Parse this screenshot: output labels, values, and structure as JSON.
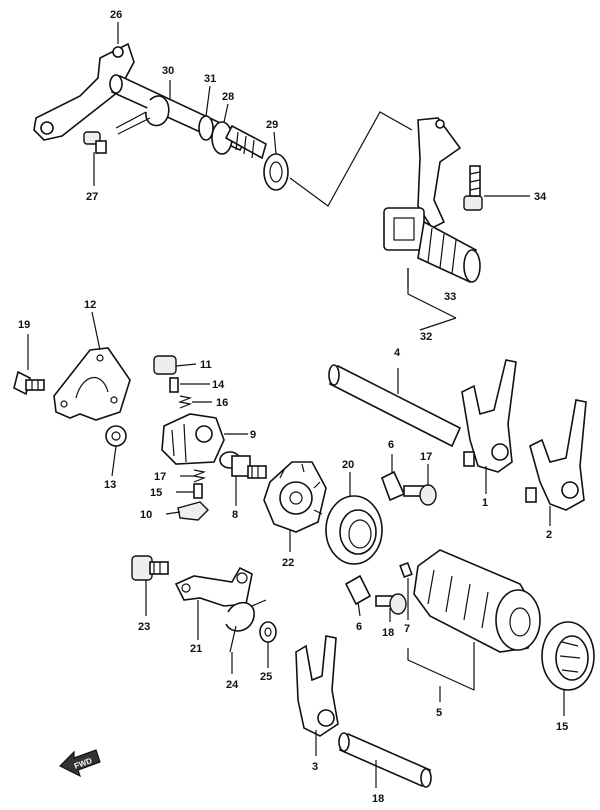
{
  "fwd_label": "FWD",
  "callouts": [
    {
      "id": "1",
      "text": "1"
    },
    {
      "id": "2",
      "text": "2"
    },
    {
      "id": "3",
      "text": "3"
    },
    {
      "id": "4",
      "text": "4"
    },
    {
      "id": "5",
      "text": "5"
    },
    {
      "id": "6a",
      "text": "6"
    },
    {
      "id": "6b",
      "text": "6"
    },
    {
      "id": "7",
      "text": "7"
    },
    {
      "id": "8",
      "text": "8"
    },
    {
      "id": "9",
      "text": "9"
    },
    {
      "id": "10",
      "text": "10"
    },
    {
      "id": "11",
      "text": "11"
    },
    {
      "id": "12",
      "text": "12"
    },
    {
      "id": "13",
      "text": "13"
    },
    {
      "id": "14",
      "text": "14"
    },
    {
      "id": "15a",
      "text": "15"
    },
    {
      "id": "15b",
      "text": "15"
    },
    {
      "id": "16",
      "text": "16"
    },
    {
      "id": "17a",
      "text": "17"
    },
    {
      "id": "17b",
      "text": "17"
    },
    {
      "id": "18a",
      "text": "18"
    },
    {
      "id": "18b",
      "text": "18"
    },
    {
      "id": "19",
      "text": "19"
    },
    {
      "id": "20",
      "text": "20"
    },
    {
      "id": "21",
      "text": "21"
    },
    {
      "id": "22",
      "text": "22"
    },
    {
      "id": "23",
      "text": "23"
    },
    {
      "id": "24",
      "text": "24"
    },
    {
      "id": "25",
      "text": "25"
    },
    {
      "id": "26",
      "text": "26"
    },
    {
      "id": "27",
      "text": "27"
    },
    {
      "id": "28",
      "text": "28"
    },
    {
      "id": "29",
      "text": "29"
    },
    {
      "id": "30",
      "text": "30"
    },
    {
      "id": "31",
      "text": "31"
    },
    {
      "id": "32",
      "text": "32"
    },
    {
      "id": "33",
      "text": "33"
    },
    {
      "id": "34",
      "text": "34"
    }
  ]
}
